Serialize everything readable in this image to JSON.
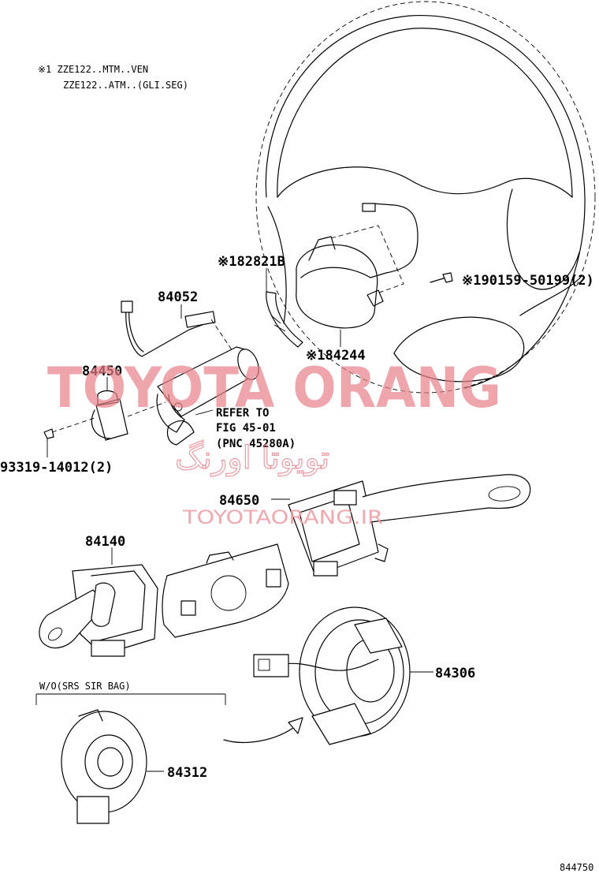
{
  "notes": {
    "line1": "※1 ZZE122..MTM..VEN",
    "line2": "ZZE122..ATM..(GLI.SEG)"
  },
  "parts": {
    "p182821b": "※182821B",
    "p190159": "※190159-50199(2)",
    "p184244": "※184244",
    "p84052": "84052",
    "p84450": "84450",
    "p93319": "93319-14012(2)",
    "p84650": "84650",
    "p84140": "84140",
    "p84306": "84306",
    "p84312": "84312"
  },
  "refer": {
    "line1": "REFER TO",
    "line2": "FIG 45-01",
    "line3": "(PNC 45280A)"
  },
  "wo_label": "W/O(SRS SIR BAG)",
  "watermark": {
    "main": "TOYOTA ORANG",
    "persian": "تویوتا اورنگ",
    "url": "TOYOTAORANG.IR"
  },
  "figure_code": "844750"
}
